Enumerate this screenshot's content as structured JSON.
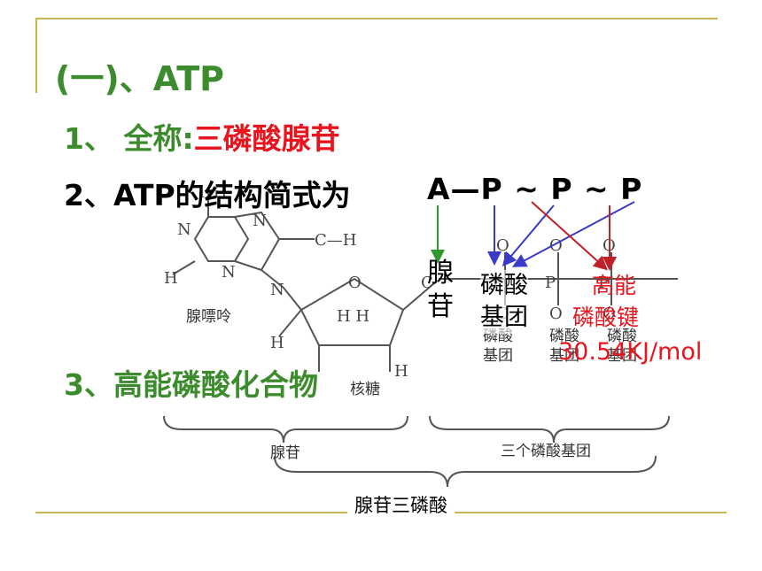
{
  "section_title": "(一)、ATP",
  "item1": {
    "prefix": "1、  全称:",
    "value": "三磷酸腺苷"
  },
  "item2": {
    "text": "2、ATP的结构简式为",
    "formula": "A—P ~ P ~ P"
  },
  "item3": {
    "text": "3、高能磷酸化合物"
  },
  "annotations": {
    "adenosine_line1": "腺",
    "adenosine_line2": "苷",
    "phosphate_line1": "磷酸",
    "phosphate_line2": "基团",
    "highenergy_line1": "高能",
    "highenergy_line2": "磷酸键",
    "energy_value": "30.54KJ/mol"
  },
  "figure_labels": {
    "purine": "腺嘌呤",
    "ribose": "核糖",
    "adenosine_bracket": "腺苷",
    "three_phosphates": "三个磷酸基团",
    "phosphate_group_a1": "磷酸",
    "phosphate_group_a2": "基团",
    "phosphate_group_b1": "磷酸",
    "phosphate_group_b2": "基团",
    "phosphate_group_c1": "磷酸",
    "phosphate_group_c2": "基团"
  },
  "bottom_caption": "腺苷三磷酸",
  "colors": {
    "green": "#3c8c2e",
    "red": "#e8141e",
    "frame": "#c8b450",
    "arrow_green": "#2e9a2e",
    "arrow_blue": "#3a3ac8",
    "arrow_red": "#c0202a"
  }
}
